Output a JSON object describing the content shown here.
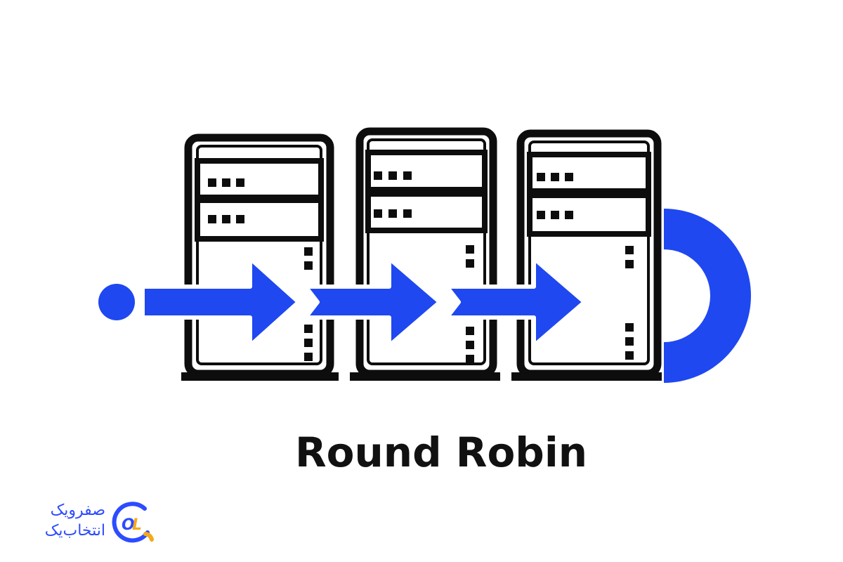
{
  "diagram": {
    "title": "Round Robin",
    "server_count": 3,
    "colors": {
      "accent": "#1f48f0",
      "line": "#0d0d0d",
      "background": "#ffffff"
    },
    "icons": [
      "server-icon",
      "arrow-icon",
      "source-dot-icon",
      "loop-arc-icon"
    ]
  },
  "brand": {
    "line1": "صفرویک",
    "line2": "انتخاب‌یک",
    "logo_text": "OL",
    "colors": {
      "primary": "#2d4bff",
      "secondary": "#f4a91c"
    }
  }
}
